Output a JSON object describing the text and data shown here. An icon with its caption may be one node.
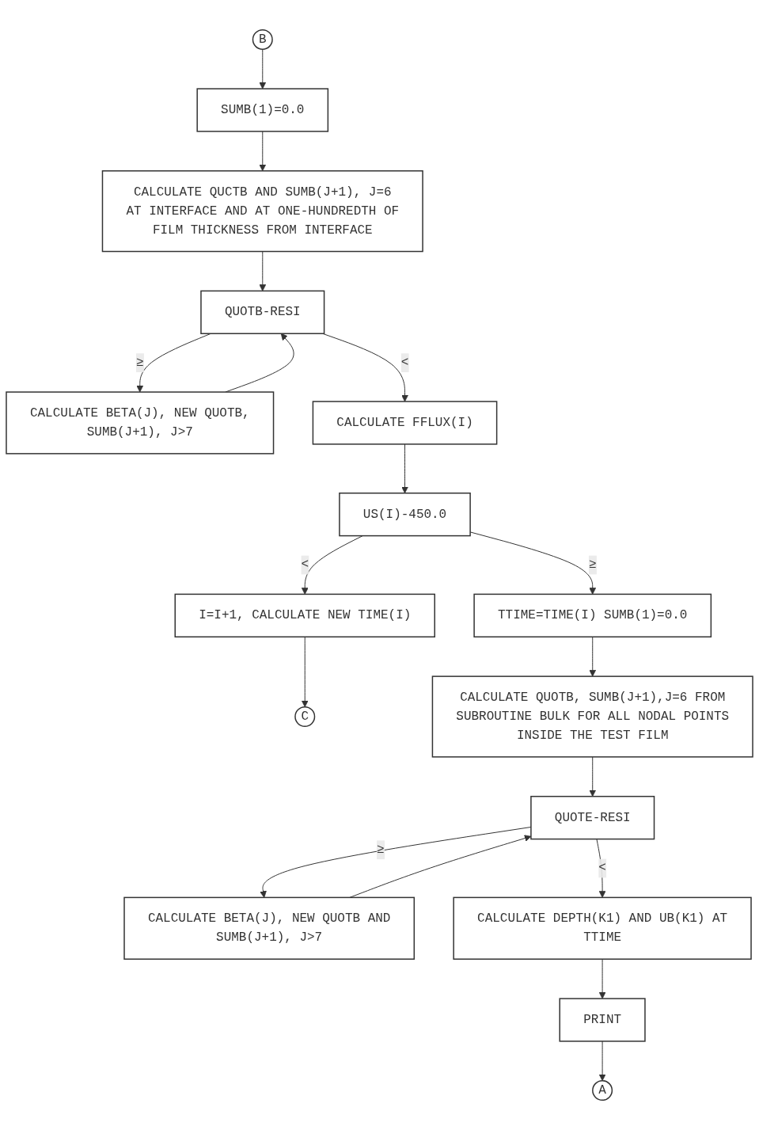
{
  "diagram": {
    "nodes": [
      {
        "text": [
          "B"
        ]
      },
      {
        "text": [
          "SUMB(1)=0.0"
        ]
      },
      {
        "text": [
          "CALCULATE QUCTB AND SUMB(J+1), J=6 AT INTERFACE AND AT ONE-HUNDREDTH OF FILM THICKNESS FROM INTERFACE"
        ]
      },
      {
        "text": [
          "QUOTB-RESI"
        ]
      },
      {
        "text": [
          "CALCULATE BETA(J), NEW QUOTB, SUMB(J+1), J>7"
        ]
      },
      {
        "text": [
          "CALCULATE FFLUX(I)"
        ]
      },
      {
        "text": [
          "I=I+1, CALCULATE NEW TIME(I)"
        ]
      },
      {
        "text": [
          "C"
        ]
      },
      {
        "text": [
          "US(I)-450.0"
        ]
      },
      {
        "text": [
          "TTIME=TIME(I) SUMB(1)=0.0"
        ]
      },
      {
        "text": [
          "CALCULATE QUOTB, SUMB(J+1),J=6 FROM SUBROUTINE BULK FOR ALL NODAL POINTS INSIDE THE TEST FILM"
        ]
      },
      {
        "text": [
          "QUOTE-RESI"
        ]
      },
      {
        "text": [
          "CALCULATE BETA(J), NEW QUOTB AND SUMB(J+1), J>7"
        ]
      },
      {
        "text": [
          "CALCULATE DEPTH(K1) AND UB(K1) AT TTIME"
        ]
      },
      {
        "text": [
          "PRINT"
        ]
      },
      {
        "text": [
          "A"
        ]
      }
    ],
    "edges": [
      {
        "from": 0,
        "to": 1,
        "arrow": "to"
      },
      {
        "from": 1,
        "to": 2,
        "arrow": "to"
      },
      {
        "from": 2,
        "to": 3,
        "arrow": "to"
      },
      {
        "from": 3,
        "to": 4,
        "arrow": "to",
        "label": "≥"
      },
      {
        "from": 4,
        "to": 3,
        "arrow": "to"
      },
      {
        "from": 3,
        "to": 5,
        "arrow": "to",
        "label": "<"
      },
      {
        "from": 5,
        "to": 8,
        "arrow": "to"
      },
      {
        "from": 8,
        "to": 6,
        "arrow": "to",
        "label": "<"
      },
      {
        "from": 6,
        "to": 7,
        "arrow": "to"
      },
      {
        "from": 8,
        "to": 9,
        "arrow": "to",
        "label": "≥"
      },
      {
        "from": 9,
        "to": 10,
        "arrow": "to"
      },
      {
        "from": 10,
        "to": 11,
        "arrow": "to"
      },
      {
        "from": 11,
        "to": 12,
        "arrow": "to",
        "label": "≥"
      },
      {
        "from": 12,
        "to": 11,
        "arrow": "to"
      },
      {
        "from": 11,
        "to": 13,
        "arrow": "to",
        "label": "<"
      },
      {
        "from": 13,
        "to": 14,
        "arrow": "to"
      },
      {
        "from": 14,
        "to": 15,
        "arrow": "to"
      }
    ]
  }
}
